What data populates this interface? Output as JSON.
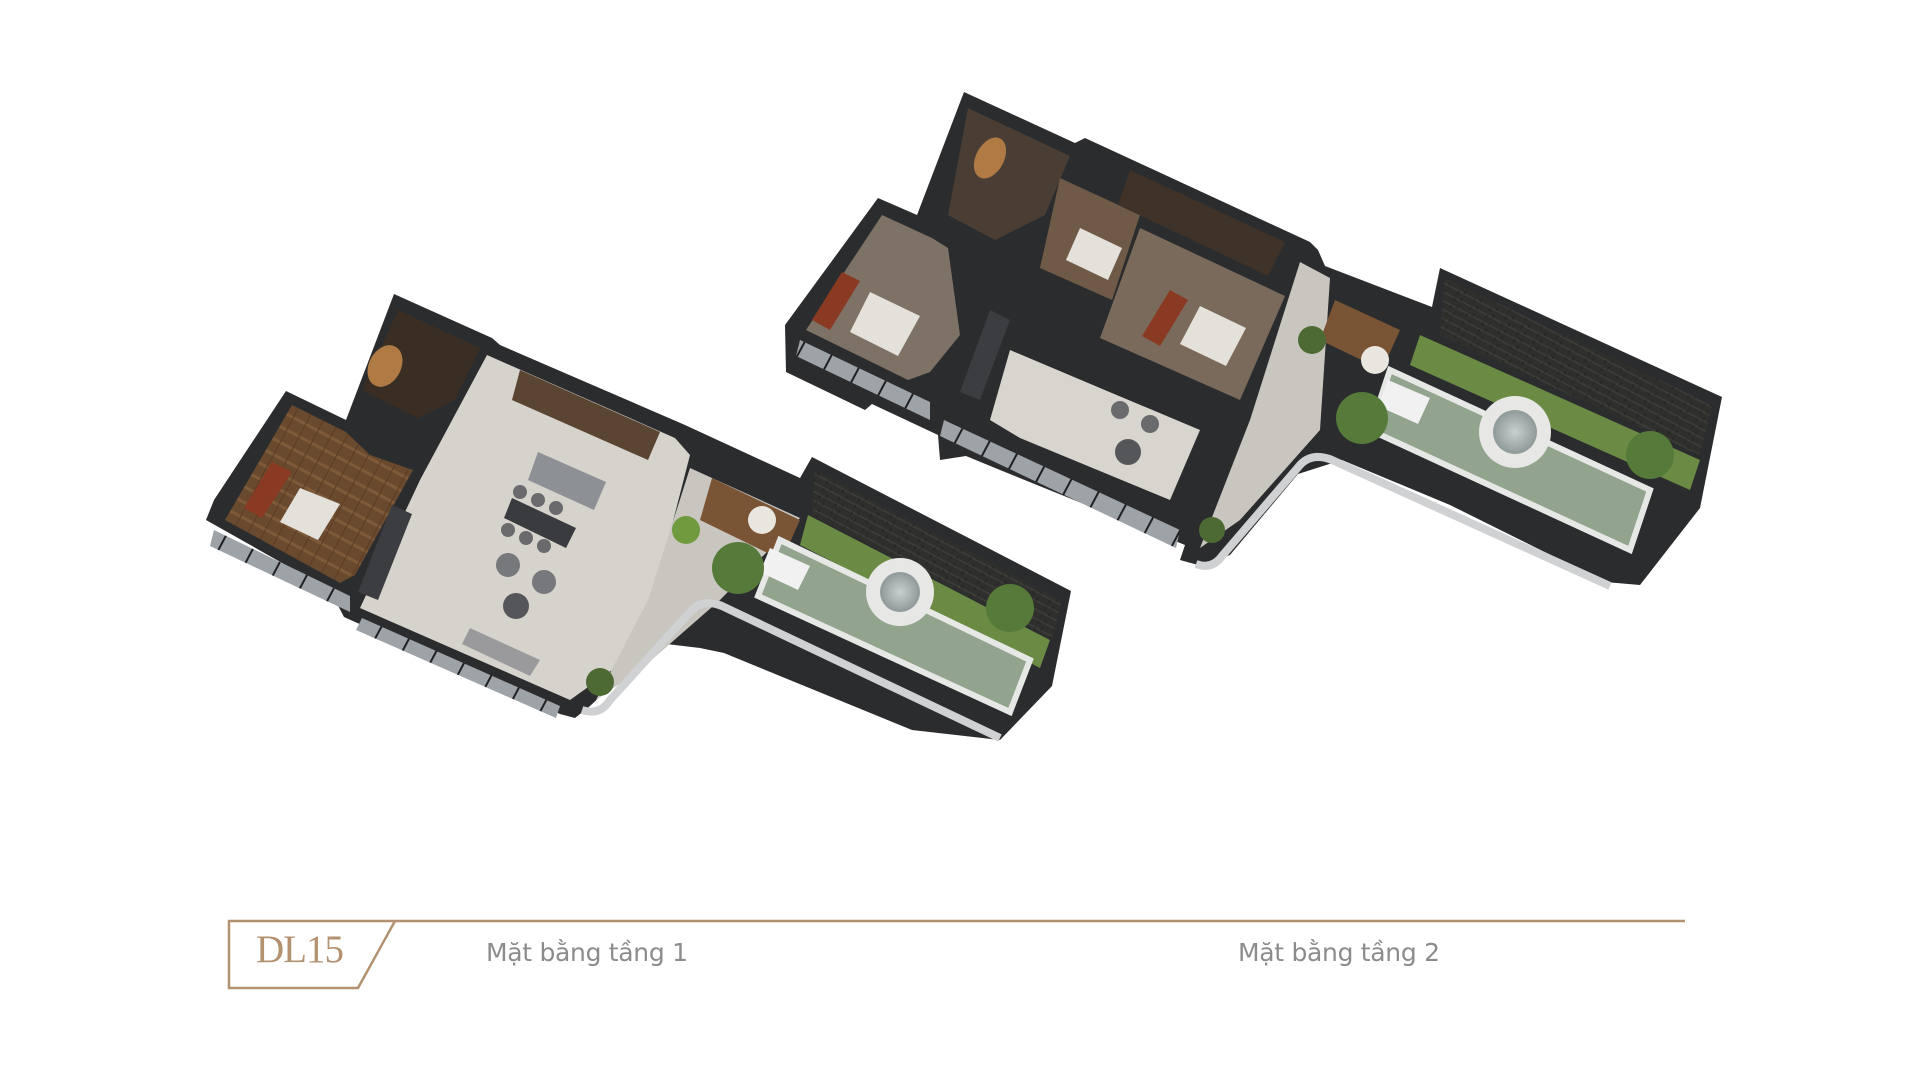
{
  "unit": {
    "code": "DL15",
    "accent_color": "#b39271"
  },
  "floors": [
    {
      "label": "Mặt bằng tầng 1",
      "rooms": [
        "bedroom",
        "bathroom",
        "living-dining-kitchen",
        "staircase",
        "terrace",
        "outdoor-dining",
        "pool",
        "garden"
      ]
    },
    {
      "label": "Mặt bằng tầng 2",
      "rooms": [
        "bedroom-1",
        "bedroom-2",
        "bedroom-3",
        "bathroom-1",
        "bathroom-2",
        "lounge",
        "staircase",
        "terrace",
        "outdoor-dining",
        "pool",
        "garden"
      ]
    }
  ],
  "colors": {
    "wall": "#2b2c2e",
    "floor_light": "#d6d2cc",
    "wood": "#6b4a30",
    "pool": "#93a48e",
    "garden": "#5f7f3c",
    "stone_wall": "#2e2e2c",
    "text_muted": "#8c8c8c"
  }
}
